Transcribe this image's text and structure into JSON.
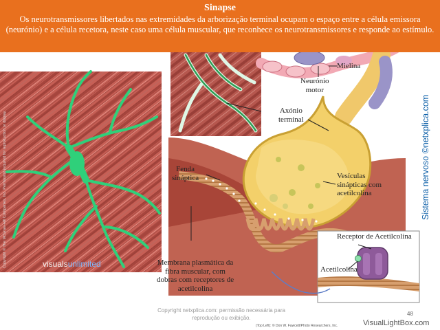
{
  "header": {
    "title": "Sinapse",
    "text": "Os neurotransmissores libertados nas extremidades da arborização terminal ocupam o espaço entre a célula emissora (neurónio) e a célula recetora, neste caso uma célula muscular, que reconhece os neurotransmissores e responde ao estímulo."
  },
  "labels": {
    "mielina": "Mielina",
    "neuronio_motor": [
      "Neurónio",
      "motor"
    ],
    "axonio_terminal": [
      "Axónio",
      "terminal"
    ],
    "fenda_sinaptica": [
      "Fenda",
      "sináptica"
    ],
    "vesiculas": [
      "Vesículas",
      "sinápticas com",
      "acetilcolina"
    ],
    "membrana": [
      "Membrana plasmática da",
      "fibra muscular, com",
      "dobras com receptores de",
      "acetilcolina"
    ],
    "receptor": "Receptor de Acetilcolina",
    "acetilcolina": "Acetilcolina"
  },
  "credits": {
    "side_brand": "Sistema nervoso ©netxplica.com",
    "micro_brand_part1": "visuals",
    "micro_brand_part2": "unlimited",
    "vertical_copyright": "Copyright © The McGraw-Hill Companies, Inc. Permission required for reproduction or display.",
    "copy_note": "Copyright netxplica.com: permissão necessária para reprodução ou exibição.",
    "photo_credit": "(Top Left): © Don W. Fawcett/Photo Researchers, Inc.",
    "page_number": "48",
    "watermark": "VisualLightBox.com"
  },
  "colors": {
    "banner": "#e9701e",
    "muscle": "#c25a4e",
    "neuron_green": "#2fd07a",
    "terminal": "#f3d06a",
    "receptor": "#8e5a9a",
    "side_brand": "#0c5fa8"
  }
}
